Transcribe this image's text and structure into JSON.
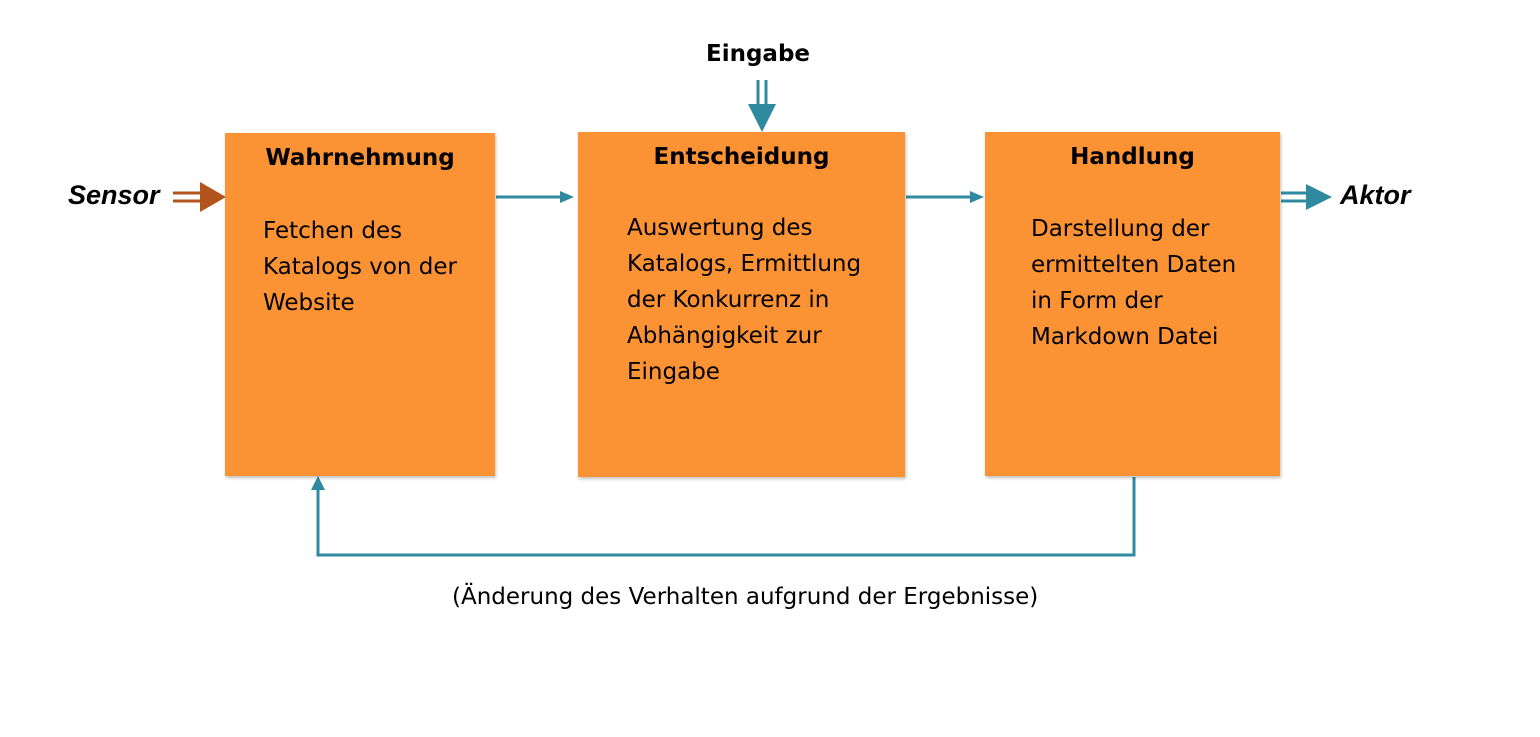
{
  "input_label": "Eingabe",
  "sensor_label": "Sensor",
  "actor_label": "Aktor",
  "boxes": [
    {
      "title": "Wahrnehmung",
      "text": "Fetchen des\nKatalogs von der\nWebsite"
    },
    {
      "title": "Entscheidung",
      "text": "Auswertung des\nKatalogs, Ermittlung\nder Konkurrenz in\nAbhängigkeit zur\nEingabe"
    },
    {
      "title": "Handlung",
      "text": "Darstellung der\nermittelten Daten\nin Form der\nMarkdown Datei"
    }
  ],
  "feedback_label": "(Änderung des Verhalten aufgrund der Ergebnisse)",
  "colors": {
    "box": "#fb9233",
    "arrow": "#2f8aa0",
    "sensor_arrow": "#b2541c"
  }
}
